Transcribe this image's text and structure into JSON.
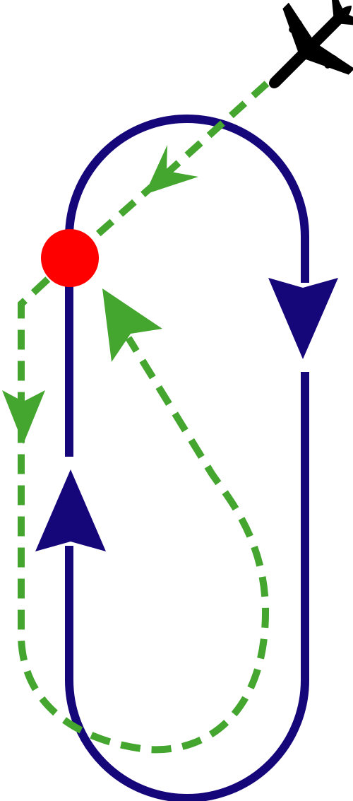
{
  "diagram": {
    "colors": {
      "background": "#ffffff",
      "racetrack": "#15067a",
      "entry_path": "#44a52f",
      "fix": "#ff0000",
      "aircraft": "#000000"
    },
    "elements": {
      "aircraft": "airplane-icon",
      "fix": "holding-fix",
      "racetrack": "holding-pattern",
      "entry": "teardrop-entry-path"
    }
  }
}
